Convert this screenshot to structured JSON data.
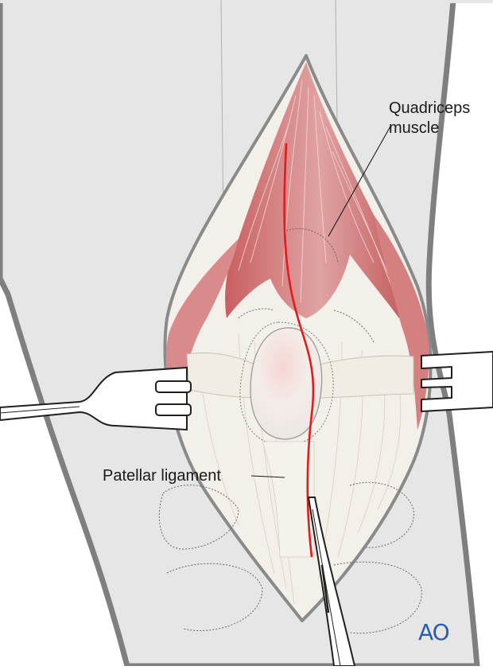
{
  "labels": {
    "quadriceps_line1": "Quadriceps",
    "quadriceps_line2": "muscle",
    "patellar": "Patellar ligament"
  },
  "logo": {
    "text": "AO",
    "color": "#2a5cb0"
  },
  "colors": {
    "skin": "#e6e6e6",
    "outline": "#7f7f7f",
    "muscle": "#d77f80",
    "tendon": "#f2eee7",
    "incision": "#e01c1c"
  }
}
